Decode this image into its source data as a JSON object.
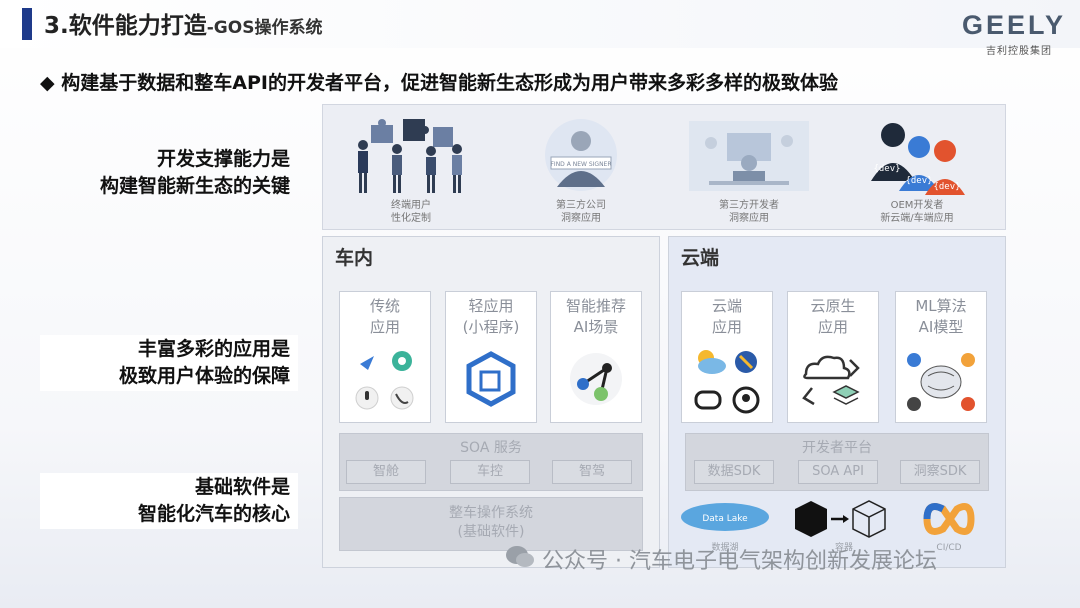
{
  "header": {
    "title": "3.软件能力打造",
    "subtitle": "-GOS操作系统",
    "logo_en": "GEELY",
    "logo_cn": "吉利控股集团"
  },
  "bullet": {
    "symbol": "◆",
    "text": "构建基于数据和整车API的开发者平台，促进智能新生态形成为用户带来多彩多样的极致体验"
  },
  "left_labels": [
    {
      "line1": "开发支撑能力是",
      "line2": "构建智能新生态的关键"
    },
    {
      "line1": "丰富多彩的应用是",
      "line2": "极致用户体验的保障"
    },
    {
      "line1": "基础软件是",
      "line2": "智能化汽车的核心"
    }
  ],
  "personas": [
    {
      "line1": "终端用户",
      "line2": "性化定制"
    },
    {
      "line1": "第三方公司",
      "line2": "洞察应用",
      "sign": "FIND A NEW SIGNER"
    },
    {
      "line1": "第三方开发者",
      "line2": "洞察应用"
    },
    {
      "line1": "OEM开发者",
      "line2": "新云端/车端应用",
      "tags": [
        "{dev}",
        "{dev}",
        "{dev}"
      ]
    }
  ],
  "in_vehicle": {
    "title": "车内",
    "cards": [
      {
        "line1": "传统",
        "line2": "应用"
      },
      {
        "line1": "轻应用",
        "line2": "(小程序)"
      },
      {
        "line1": "智能推荐",
        "line2": "AI场景"
      }
    ],
    "soa": {
      "title": "SOA 服务",
      "chips": [
        "智舱",
        "车控",
        "智驾"
      ]
    },
    "os": {
      "line1": "整车操作系统",
      "line2": "(基础软件)"
    }
  },
  "cloud": {
    "title": "云端",
    "cards": [
      {
        "line1": "云端",
        "line2": "应用"
      },
      {
        "line1": "云原生",
        "line2": "应用"
      },
      {
        "line1": "ML算法",
        "line2": "AI模型"
      }
    ],
    "dev_platform": {
      "title": "开发者平台",
      "chips": [
        "数据SDK",
        "SOA API",
        "洞察SDK"
      ]
    },
    "infra": {
      "data_lake": "Data Lake",
      "cap1": "数据湖",
      "cap2": "容器",
      "cap3": "CI/CD"
    }
  },
  "watermark": "公众号 · 汽车电子电气架构创新发展论坛",
  "colors": {
    "accent": "#1e3a8a",
    "panel_in": "#eef0f4",
    "panel_cloud": "#e4e9f4"
  }
}
